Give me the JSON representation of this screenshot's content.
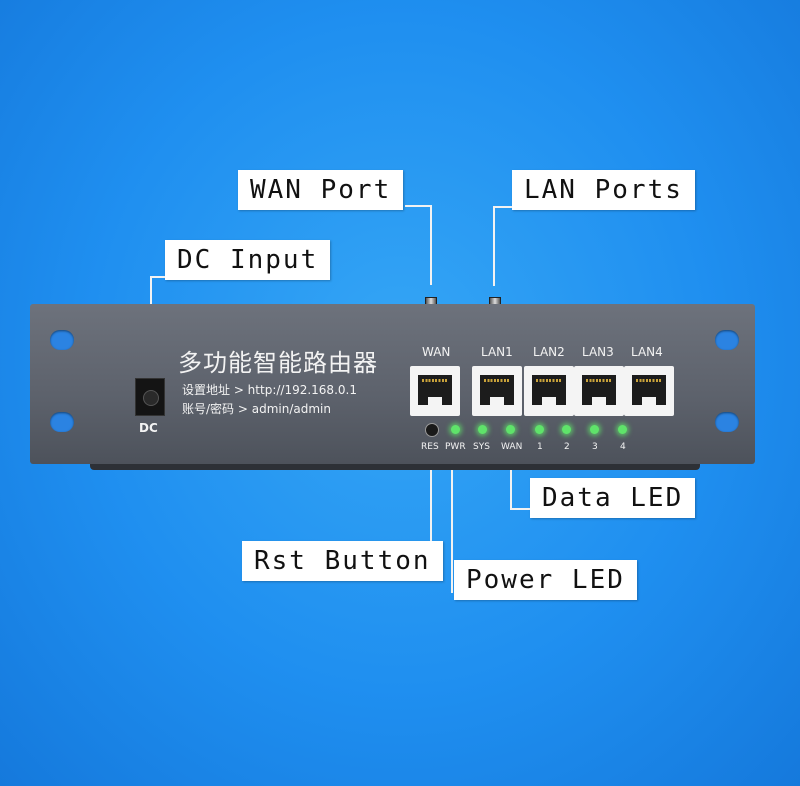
{
  "callouts": {
    "wan_port": "WAN Port",
    "lan_ports": "LAN Ports",
    "dc_input": "DC Input",
    "data_led": "Data LED",
    "rst_button": "Rst Button",
    "power_led": "Power LED"
  },
  "router": {
    "title": "多功能智能路由器",
    "setup_address": "设置地址 > http://192.168.0.1",
    "account": "账号/密码 > admin/admin",
    "dc_label": "DC",
    "port_labels": [
      "WAN",
      "LAN1",
      "LAN2",
      "LAN3",
      "LAN4"
    ],
    "led_labels": [
      "RES",
      "PWR",
      "SYS",
      "WAN",
      "1",
      "2",
      "3",
      "4"
    ]
  },
  "colors": {
    "background": "#1f8ff0",
    "router_body": "#5c616b",
    "led_green": "#5fe36a",
    "callout_bg": "#ffffff"
  }
}
